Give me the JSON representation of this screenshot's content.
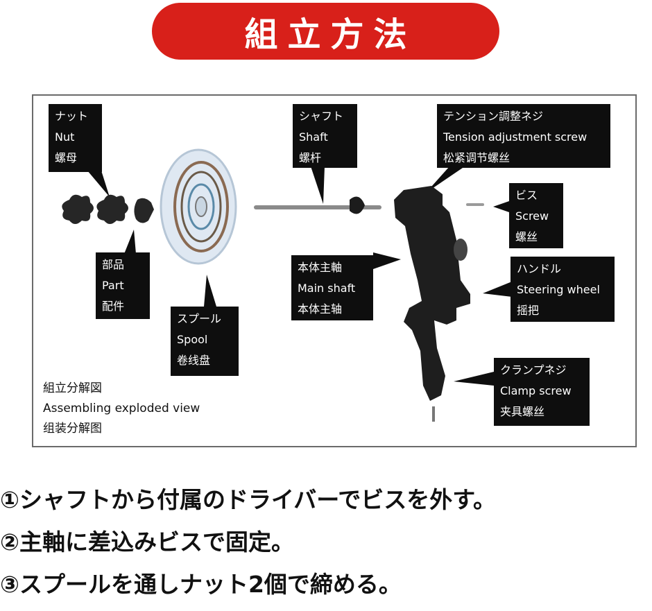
{
  "title": "組立方法",
  "labels": {
    "nut": [
      "ナット",
      "Nut",
      "螺母"
    ],
    "shaft": [
      "シャフト",
      "Shaft",
      "螺杆"
    ],
    "tension": [
      "テンション調整ネジ",
      "Tension adjustment screw",
      "松紧调节螺丝"
    ],
    "screw": [
      "ビス",
      "Screw",
      "螺丝"
    ],
    "part": [
      "部品",
      "Part",
      "配件"
    ],
    "main_shaft": [
      "本体主軸",
      "Main shaft",
      "本体主轴"
    ],
    "handle": [
      "ハンドル",
      "Steering wheel",
      "摇把"
    ],
    "spool": [
      "スプール",
      "Spool",
      "卷线盘"
    ],
    "clamp": [
      "クランプネジ",
      "Clamp screw",
      "夹具螺丝"
    ]
  },
  "caption": [
    "組立分解図",
    "Assembling exploded view",
    "组装分解图"
  ],
  "steps": [
    "①シャフトから付属のドライバーでビスを外す。",
    "②主軸に差込みビスで固定。",
    "③スプールを通しナット2個で締める。"
  ],
  "colors": {
    "accent": "#d8201a",
    "label_bg": "#0e0e0e"
  }
}
